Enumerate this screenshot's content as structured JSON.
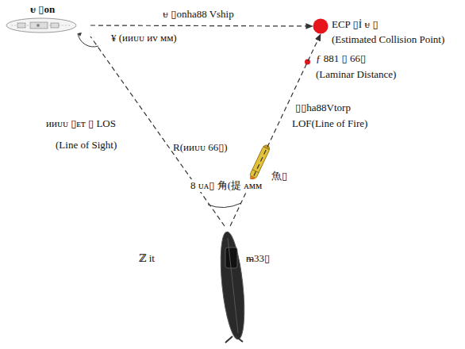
{
  "diagram": {
    "nodes": [
      {
        "text": [
          "ᵾ ▯on"
        ]
      },
      {
        "text": [
          "ECP ▯Ỉ ᵾ ▯",
          "(Estimated Collision Point)"
        ]
      },
      {
        "text": [
          "ℤ it",
          "ᵯ33▯"
        ]
      }
    ],
    "edges": [
      {
        "from": 0,
        "to": 1,
        "arrow": "to",
        "label": "ᵾ ▯onha88 Vship"
      },
      {
        "from": 2,
        "to": 1,
        "arrow": "to",
        "label": "▯▯ha88Vtorp"
      },
      {
        "from": 2,
        "to": 0,
        "arrow": "none"
      }
    ],
    "labels": [
      "ƒ 881 ▯ 66▯",
      "(Laminar Distance)",
      "LOF(Line of Fire)",
      "¥ (ᴎᴎᴜᴜ ᴎᴠ ᴍᴍ)",
      "ᴎᴎᴜᴜ ▯ᴇᴛ ▯ LOS",
      "(Line of Sight)",
      "R(ᴎᴎᴜᴜ 66▯)",
      "8 ᴜᴀ▯ 角(提 ᴀᴍᴍ",
      "魚▯"
    ]
  }
}
